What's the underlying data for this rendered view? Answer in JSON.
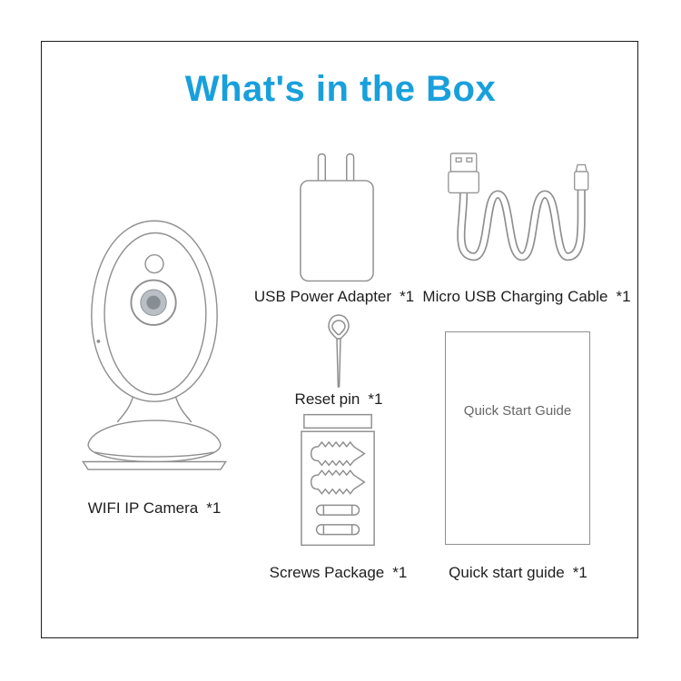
{
  "title": "What's in the Box",
  "items": {
    "camera": {
      "label": "WIFI IP Camera",
      "qty": "*1"
    },
    "adapter": {
      "label": "USB Power Adapter",
      "qty": "*1"
    },
    "cable": {
      "label": "Micro USB Charging Cable",
      "qty": "*1"
    },
    "reset_pin": {
      "label": "Reset pin",
      "qty": "*1"
    },
    "screws": {
      "label": "Screws Package",
      "qty": "*1"
    },
    "guide": {
      "label": "Quick start guide",
      "qty": "*1",
      "cover_text": "Quick Start Guide"
    }
  },
  "colors": {
    "title": "#18a0dc",
    "line_art": "#8f8f8f",
    "label_text": "#1e1e1e",
    "frame_border": "#1c1c1c"
  }
}
